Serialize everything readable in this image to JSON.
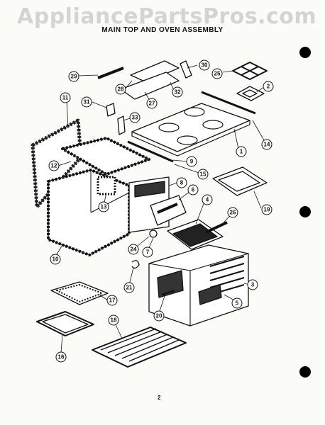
{
  "watermark": "AppliancePartsPros.com",
  "title": "MAIN TOP AND OVEN ASSEMBLY",
  "page_number": "2",
  "callouts": {
    "c1": "1",
    "c2": "2",
    "c3": "3",
    "c4": "4",
    "c5": "5",
    "c6": "6",
    "c7": "7",
    "c8": "8",
    "c9": "9",
    "c10": "10",
    "c11": "11",
    "c12": "12",
    "c13": "13",
    "c14": "14",
    "c15": "15",
    "c16": "16",
    "c17": "17",
    "c18": "18",
    "c19": "19",
    "c20": "20",
    "c21": "21",
    "c24": "24",
    "c25": "25",
    "c26": "26",
    "c27": "27",
    "c28": "28",
    "c29": "29",
    "c30": "30",
    "c31": "31",
    "c32": "32",
    "c33": "33"
  },
  "colors": {
    "ink": "#111111",
    "paper": "#fbfbf8",
    "watermark": "#d4d4d4"
  }
}
